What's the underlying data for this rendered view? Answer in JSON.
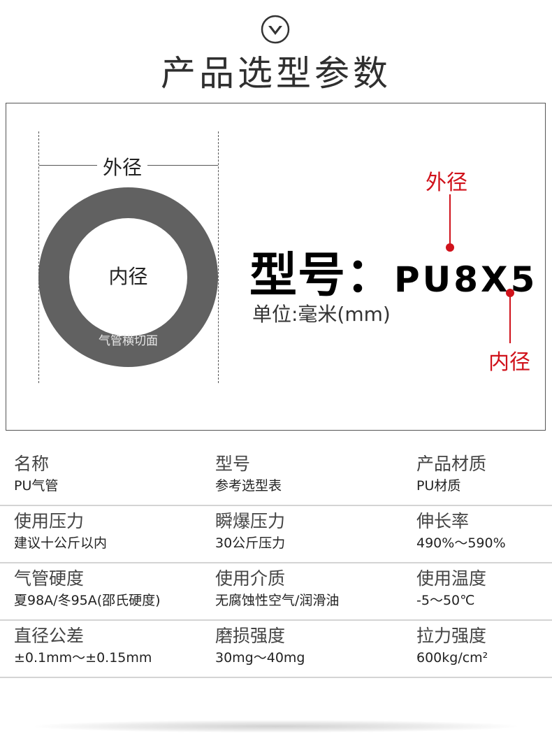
{
  "header": {
    "title": "产品选型参数"
  },
  "icons": {
    "chevron": "chevron-down-circle-icon"
  },
  "diagram": {
    "outer_dim_label": "外径",
    "inner_label": "内径",
    "section_label": "气管横切面",
    "model_prefix": "型号：",
    "model_code": "PU8X5",
    "unit": "单位:毫米(mm)",
    "callout_outer": "外径",
    "callout_inner": "内径"
  },
  "colors": {
    "accent_red": "#d0121b",
    "ring_gray": "#616161"
  },
  "specs": [
    [
      {
        "label": "名称",
        "value": "PU气管"
      },
      {
        "label": "型号",
        "value": "参考选型表"
      },
      {
        "label": "产品材质",
        "value": "PU材质"
      }
    ],
    [
      {
        "label": "使用压力",
        "value": "建议十公斤以内"
      },
      {
        "label": "瞬爆压力",
        "value": "30公斤压力"
      },
      {
        "label": "伸长率",
        "value": "490%～590%"
      }
    ],
    [
      {
        "label": "气管硬度",
        "value": "夏98A/冬95A(邵氏硬度)"
      },
      {
        "label": "使用介质",
        "value": "无腐蚀性空气/润滑油"
      },
      {
        "label": "使用温度",
        "value": "-5～50℃"
      }
    ],
    [
      {
        "label": "直径公差",
        "value": "±0.1mm～±0.15mm"
      },
      {
        "label": "磨损强度",
        "value": "30mg～40mg"
      },
      {
        "label": "拉力强度",
        "value": "600kg/cm²"
      }
    ]
  ]
}
